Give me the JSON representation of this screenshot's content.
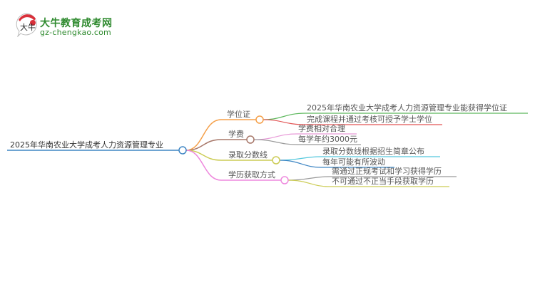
{
  "logo": {
    "badge_text": "大牛",
    "title": "大牛教育成考网",
    "url": "gz-chengkao.com",
    "brand_color": "#2f8a2f",
    "accent_color": "#d9303a"
  },
  "mindmap": {
    "root": {
      "label": "2025年华南农业大学成考人力资源管理专业",
      "color": "#3f86c4"
    },
    "branches": [
      {
        "label": "学位证",
        "color": "#f5a04a",
        "children": [
          {
            "label": "2025年华南农业大学成考人力资源管理专业能获得学位证",
            "color": "#5cb85c"
          },
          {
            "label": "完成课程并通过考核可授予学士学位",
            "color": "#e25555"
          }
        ]
      },
      {
        "label": "学费",
        "color": "#a8786a",
        "children": [
          {
            "label": "学费相对合理",
            "color": "#e89ad8"
          },
          {
            "label": "每学年约3000元",
            "color": "#9a9a9a"
          }
        ]
      },
      {
        "label": "录取分数线",
        "color": "#cccc55",
        "children": [
          {
            "label": "录取分数线根据招生简章公布",
            "color": "#55c8dd"
          },
          {
            "label": "每年可能有所波动",
            "color": "#3f86c4"
          }
        ]
      },
      {
        "label": "学历获取方式",
        "color": "#ee88dd",
        "children": [
          {
            "label": "需通过正规考试和学习获得学历",
            "color": "#9a9a9a"
          },
          {
            "label": "不可通过不正当手段获取学历",
            "color": "#cccc55"
          }
        ]
      }
    ]
  }
}
